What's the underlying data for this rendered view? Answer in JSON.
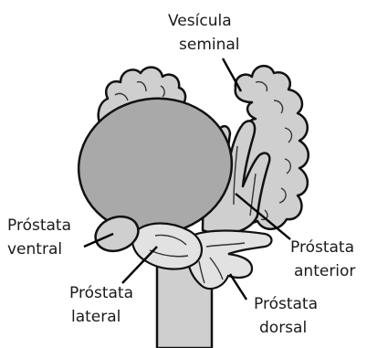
{
  "labels": {
    "vesicula_l1": "Vesícula",
    "vesicula_l2": "seminal",
    "ventral_l1": "Próstata",
    "ventral_l2": "ventral",
    "anterior_l1": "Próstata",
    "anterior_l2": "anterior",
    "lateral_l1": "Próstata",
    "lateral_l2": "lateral",
    "dorsal_l1": "Próstata",
    "dorsal_l2": "dorsal"
  }
}
